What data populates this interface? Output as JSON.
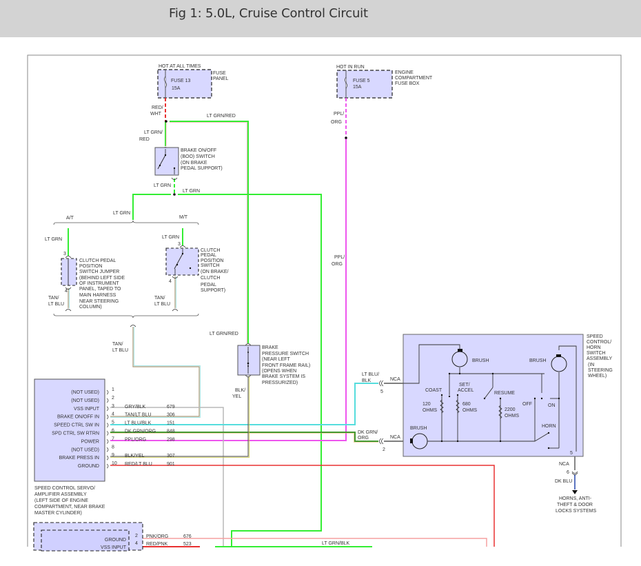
{
  "header": {
    "title": "Fig 1: 5.0L, Cruise Control Circuit"
  },
  "colors": {
    "lt_grn": "#33ee33",
    "red": "#e83030",
    "pink": "#ee55ee",
    "cyan": "#55dddd",
    "dk_grn": "#449933",
    "gray": "#b8b8b8",
    "yellow": "#cccc44",
    "salmon": "#f5a0a0",
    "dk_blu": "#2244aa",
    "component_fill": "#d8d8ff"
  },
  "fuse_panel": {
    "supply": "HOT AT ALL TIMES",
    "fuse": "FUSE 13",
    "rating": "15A",
    "name_lines": [
      "FUSE",
      "PANEL"
    ]
  },
  "engine_fuse_box": {
    "supply": "HOT IN RUN",
    "fuse": "FUSE 5",
    "rating": "15A",
    "name_lines": [
      "ENGINE",
      "COMPARTMENT",
      "FUSE BOX"
    ]
  },
  "wires": {
    "red_wht": [
      "RED/",
      "WHT"
    ],
    "lt_grn_red_top": "LT GRN/RED",
    "lt_grn_red_left": [
      "LT GRN/",
      "RED"
    ],
    "lt_grn_below_boo": "LT GRN",
    "lt_grn_right": "LT GRN",
    "lt_grn_left": "LT GRN",
    "ppl_org_top": [
      "PPL/",
      "ORG"
    ],
    "ppl_org_mid": [
      "PPL/",
      "ORG"
    ],
    "at": "A/T",
    "mt": "M/T",
    "lt_grn_at": "LT GRN",
    "lt_grn_mt": "LT GRN",
    "tan_lt_blu_at": [
      "TAN/",
      "LT BLU"
    ],
    "tan_lt_blu_mt": [
      "TAN/",
      "LT BLU"
    ],
    "tan_lt_blu_mid": [
      "TAN/",
      "LT BLU"
    ],
    "lt_grn_red_mid": "LT GRN/RED",
    "blk_yel": [
      "BLK/",
      "YEL"
    ],
    "lt_blu_blk": [
      "LT BLU/",
      "BLK"
    ],
    "dk_grn_org": [
      "DK GRN/",
      "ORG"
    ],
    "nca_5": "NCA",
    "nca_2": "NCA",
    "pin_5": "5",
    "pin_2": "2",
    "nca_6": "NCA",
    "pin_6": "6",
    "dk_blu": "DK BLU",
    "lt_grn_blk": "LT GRN/BLK"
  },
  "boo_switch": {
    "label_lines": [
      "BRAKE ON/OFF",
      "(BOO) SWITCH",
      "(ON BRAKE",
      "PEDAL SUPPORT)"
    ]
  },
  "clutch_jumper": {
    "pin_top": "3",
    "pin_bottom": "4",
    "label_lines": [
      "CLUTCH PEDAL",
      "POSITION",
      "SWITCH JUMPER",
      "(BEHIND LEFT SIDE",
      "OF INSTRUMENT",
      "PANEL, TAPED TO",
      "MAIN HARNESS",
      "NEAR STEERING",
      "COLUMN)"
    ]
  },
  "clutch_switch": {
    "pin_top": "3",
    "pin_bottom": "4",
    "label_lines": [
      "CLUTCH",
      "PEDAL",
      "POSITION",
      "SWITCH",
      "(ON BRAKE/",
      "CLUTCH",
      "PEDAL",
      "SUPPORT)"
    ]
  },
  "brake_pressure_switch": {
    "label_lines": [
      "BRAKE",
      "PRESSURE SWITCH",
      "(NEAR LEFT",
      "FRONT FRAME RAIL)",
      "(OPENS WHEN",
      "BRAKE SYSTEM IS",
      "PRESSURIZED)"
    ]
  },
  "servo": {
    "pins": [
      {
        "num": "1",
        "name": "(NOT USED)",
        "color": "",
        "circuit": ""
      },
      {
        "num": "2",
        "name": "(NOT USED)",
        "color": "",
        "circuit": ""
      },
      {
        "num": "3",
        "name": "VSS INPUT",
        "color": "GRY/BLK",
        "circuit": "679"
      },
      {
        "num": "4",
        "name": "BRAKE ON/OFF IN",
        "color": "TAN/LT BLU",
        "circuit": "306"
      },
      {
        "num": "5",
        "name": "SPEED CTRL SW IN",
        "color": "LT BLU/BLK",
        "circuit": "151"
      },
      {
        "num": "6",
        "name": "SPD CTRL SW RTRN",
        "color": "DK GRN/ORG",
        "circuit": "848"
      },
      {
        "num": "7",
        "name": "POWER",
        "color": "PPL/ORG",
        "circuit": "298"
      },
      {
        "num": "8",
        "name": "(NOT USED)",
        "color": "",
        "circuit": ""
      },
      {
        "num": "9",
        "name": "BRAKE PRESS IN",
        "color": "BLK/YEL",
        "circuit": "307"
      },
      {
        "num": "10",
        "name": "GROUND",
        "color": "RED/LT BLU",
        "circuit": "901"
      }
    ],
    "label_lines": [
      "SPEED CONTROL SERVO/",
      "AMPLIFIER ASSEMBLY",
      " (LEFT SIDE OF ENGINE",
      " COMPARTMENT, NEAR BRAKE",
      " MASTER CYLINDER)"
    ]
  },
  "bottom_module": {
    "pins": [
      {
        "num": "2",
        "name": "GROUND",
        "color": "PNK/ORG",
        "circuit": "676"
      },
      {
        "num": "4",
        "name": "VSS INPUT",
        "color": "RED/PNK",
        "circuit": "523"
      }
    ]
  },
  "switch_assembly": {
    "label_lines": [
      "SPEED",
      "CONTROL/",
      "HORN",
      "SWITCH",
      "ASSEMBLY",
      "(IN",
      "STEERING",
      "WHEEL)"
    ],
    "brush_top_left": "BRUSH",
    "brush_top_right": "BRUSH",
    "brush_bottom": "BRUSH",
    "coast": "COAST",
    "set_accel": [
      "SET/",
      "ACCEL"
    ],
    "resume": "RESUME",
    "off": "OFF",
    "on": "ON",
    "horn": "HORN",
    "r120": [
      "120",
      "OHMS"
    ],
    "r680": [
      "680",
      "OHMS"
    ],
    "r2200": [
      "2200",
      "OHMS"
    ],
    "pin_5": "5"
  },
  "horns_label": [
    "HORNS, ANTI-",
    "THEFT & DOOR",
    "LOCKS SYSTEMS"
  ]
}
